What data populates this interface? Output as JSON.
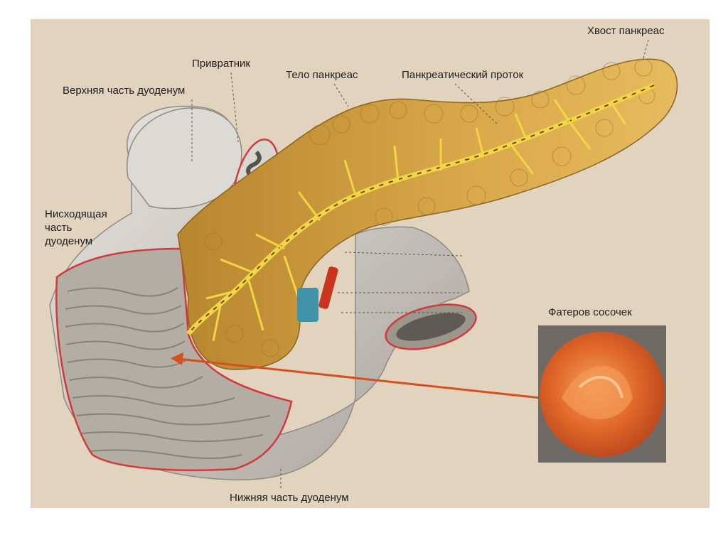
{
  "labels": {
    "tail": "Хвост панкреас",
    "pylorus": "Привратник",
    "body": "Тело панкреас",
    "duct": "Панкреатический проток",
    "upper_duodenum": "Верхняя часть дуоденум",
    "descending_duodenum": [
      "Нисходящая",
      "часть",
      "дуоденум"
    ],
    "vater_papilla": "Фатеров сосочек",
    "lower_duodenum": "Нижняя часть дуоденум"
  },
  "colors": {
    "background": "#e2d3be",
    "pancreas": "#d8a848",
    "duct": "#f0d040",
    "duodenum": "#c9c4bc",
    "cut_edge": "#d23a3a",
    "papilla": "#e06a28"
  }
}
